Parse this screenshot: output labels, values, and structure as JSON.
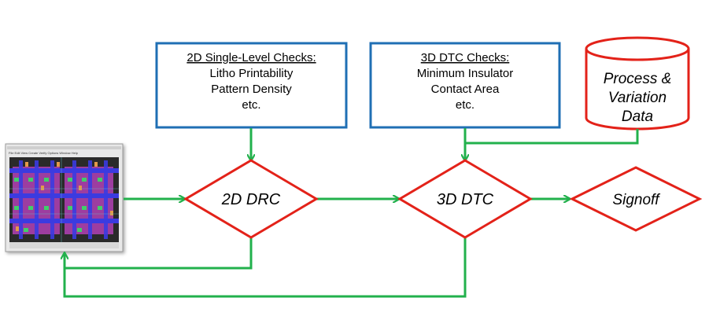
{
  "boxes": {
    "checks_2d": {
      "title": "2D Single-Level Checks:",
      "lines": [
        "Litho Printability",
        "Pattern Density",
        "etc."
      ]
    },
    "checks_3d": {
      "title": "3D DTC Checks:",
      "lines": [
        "Minimum Insulator",
        "Contact Area",
        "etc."
      ]
    }
  },
  "database": {
    "lines": [
      "Process &",
      "Variation",
      "Data"
    ]
  },
  "decisions": {
    "drc_2d": "2D DRC",
    "dtc_3d": "3D DTC",
    "signoff": "Signoff"
  },
  "layout_window": {
    "menu_items": [
      "File",
      "Edit",
      "View",
      "Create",
      "Verify",
      "Options",
      "Window",
      "Help"
    ]
  },
  "colors": {
    "box_border": "#1f6fb4",
    "diamond_border": "#e32219",
    "arrow": "#22b14c",
    "text": "#000000",
    "layout_bg": "#2a2a2a",
    "layout_magenta": "#b23fb5",
    "layout_blue": "#3b3be0",
    "layout_green": "#3fcf6a",
    "layout_orange": "#e39a4a"
  }
}
